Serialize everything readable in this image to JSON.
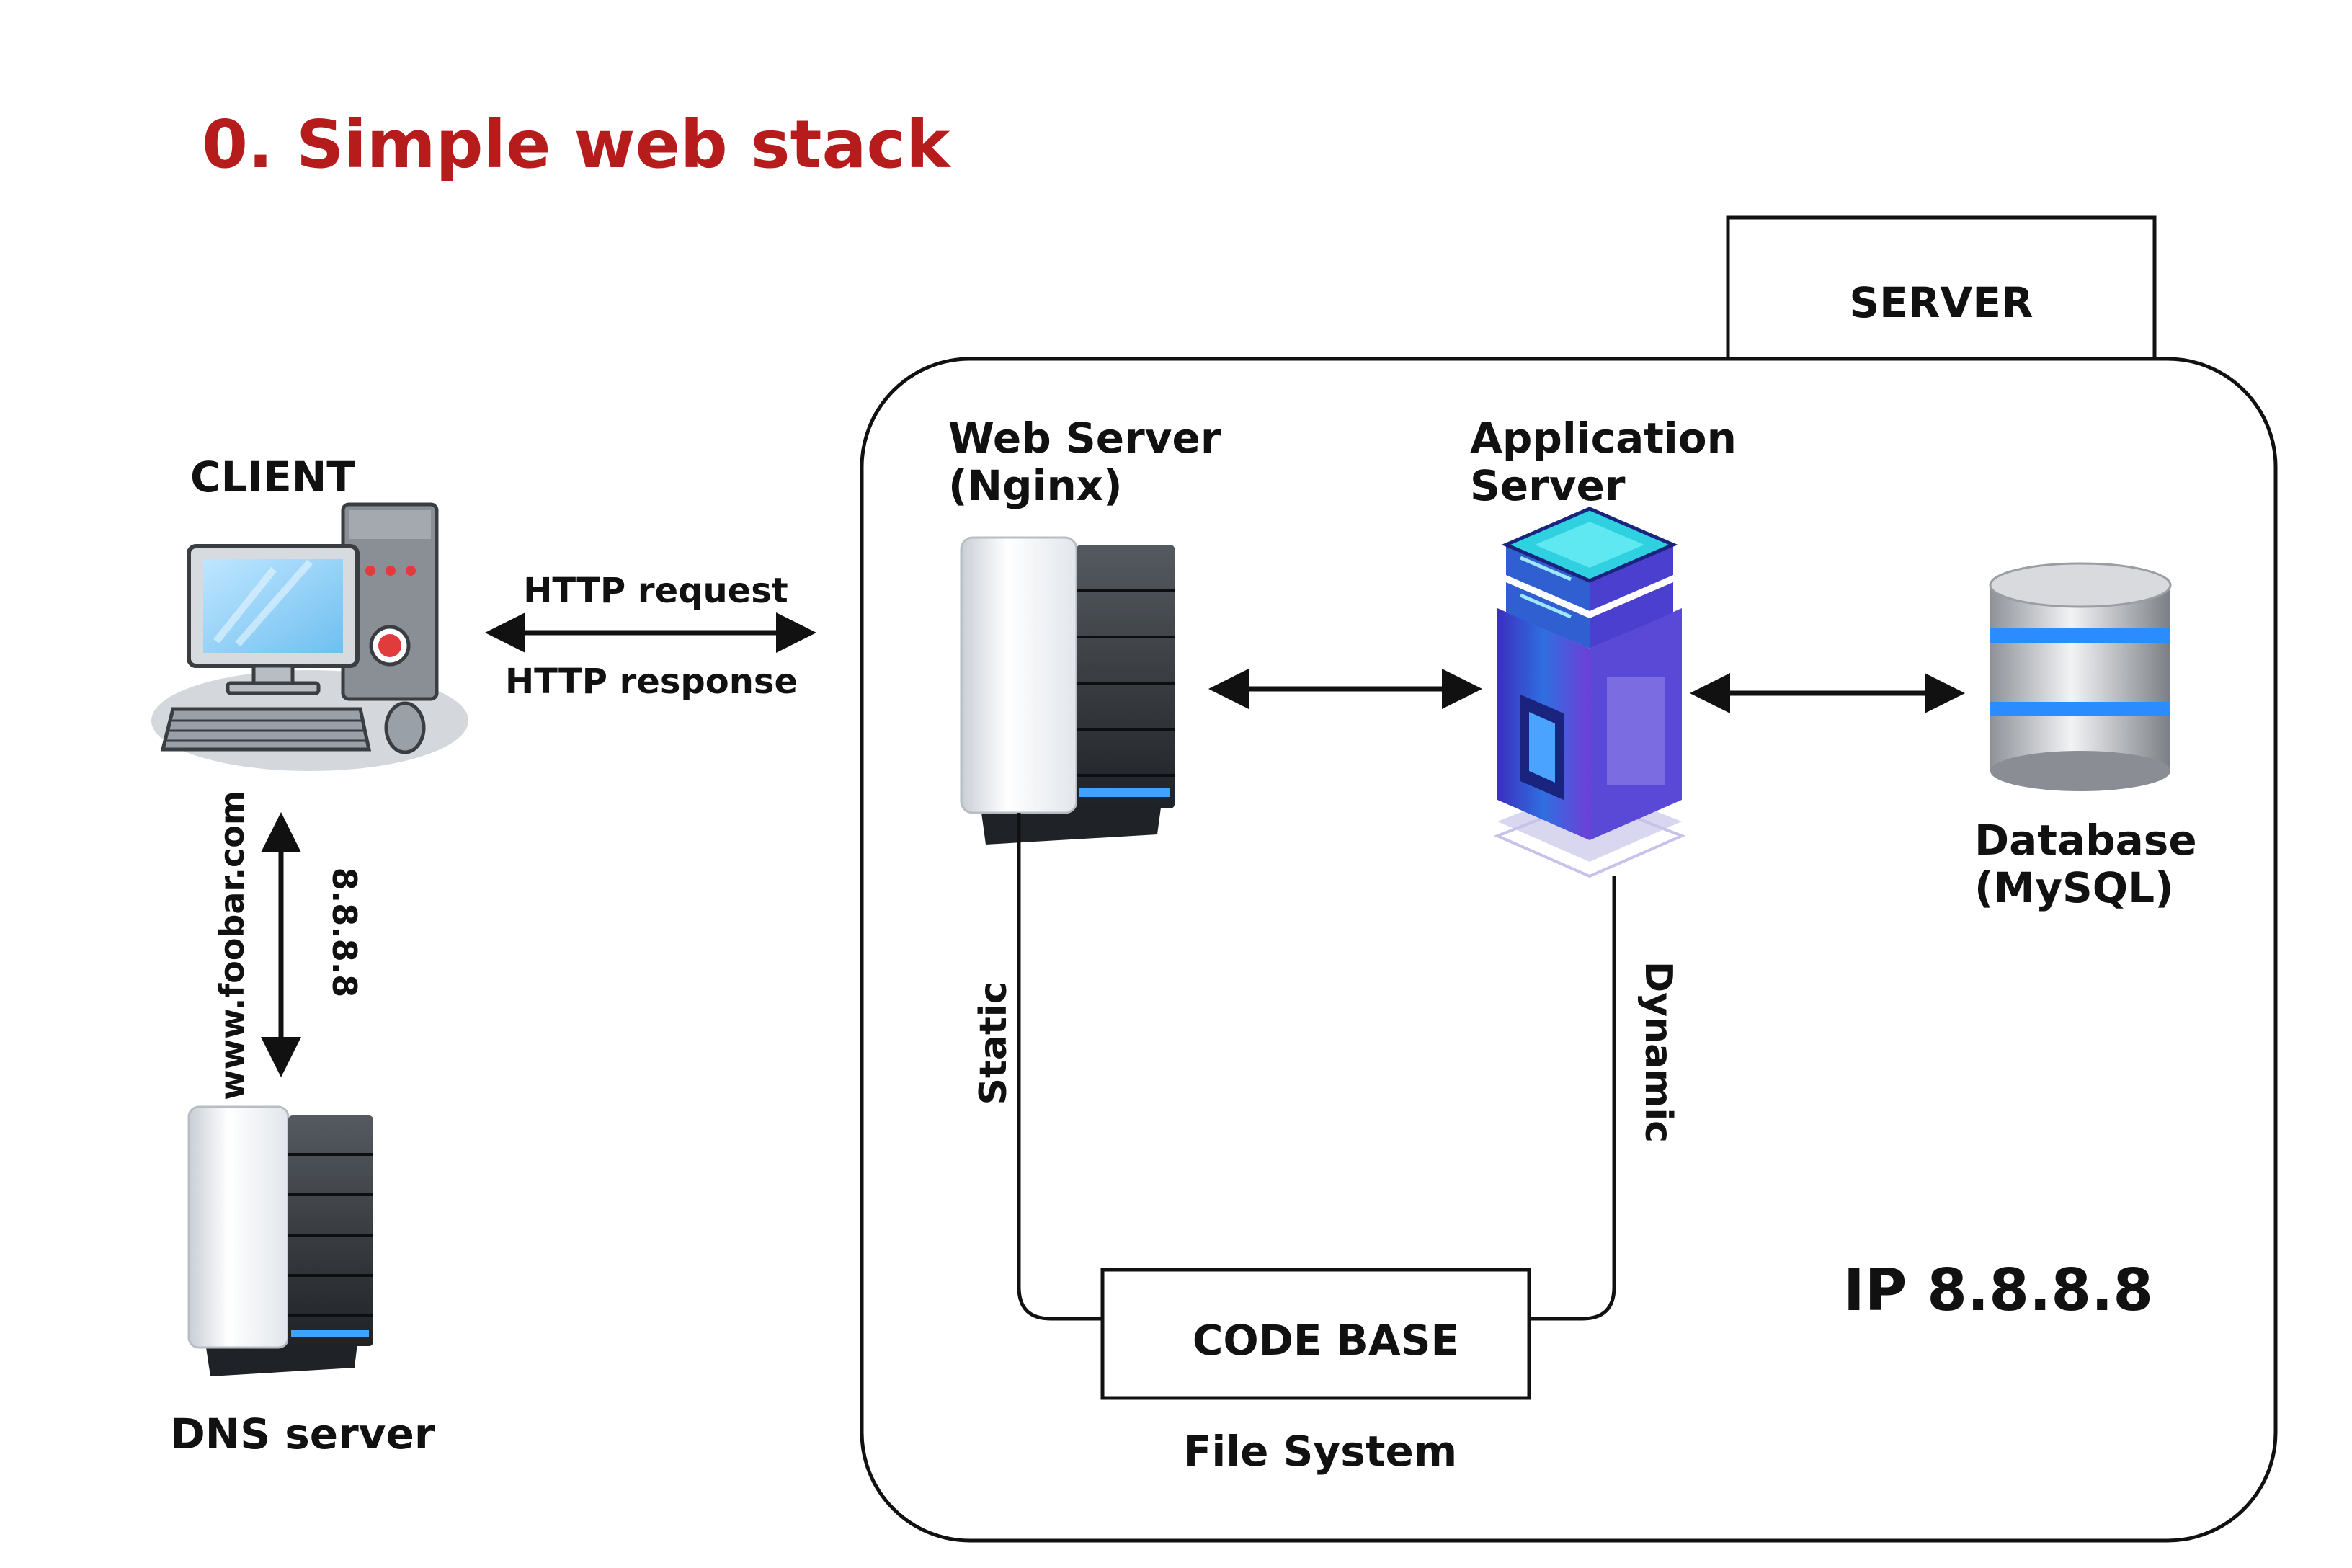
{
  "title": "0. Simple web stack",
  "colors": {
    "title": "#b71c1c",
    "line": "#111111",
    "app_server_accent": "#2f5fd0",
    "app_server_top": "#2fd0e0",
    "db_stripe": "#2a8cff"
  },
  "client": {
    "label": "CLIENT",
    "icon": "desktop-computer-icon"
  },
  "dns": {
    "label": "DNS server",
    "icon": "server-tower-icon",
    "query_label": "www.foobar.com",
    "answer_label": "8.8.8.8"
  },
  "http": {
    "request_label": "HTTP request",
    "response_label": "HTTP response"
  },
  "server": {
    "tab_label": "SERVER",
    "ip_label": "IP 8.8.8.8",
    "web_server": {
      "line1": "Web Server",
      "line2": "(Nginx)",
      "icon": "server-tower-icon"
    },
    "app_server": {
      "line1": "Application",
      "line2": "Server",
      "icon": "app-server-icon"
    },
    "database": {
      "line1": "Database",
      "line2": "(MySQL)",
      "icon": "database-icon"
    },
    "code_base": {
      "label": "CODE BASE",
      "caption": "File System"
    },
    "static_label": "Static",
    "dynamic_label": "Dynamic"
  }
}
